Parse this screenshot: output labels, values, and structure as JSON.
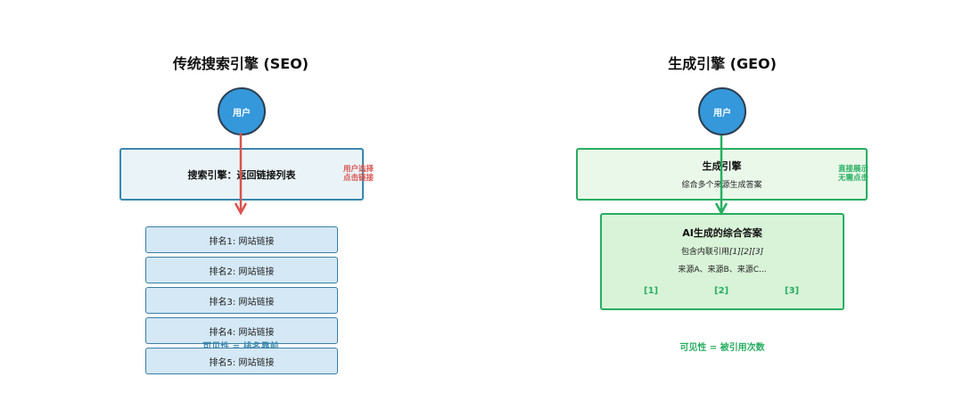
{
  "seo": {
    "title": "传统搜索引擎 (SEO)",
    "user": "用户",
    "engine": "搜索引擎：返回链接列表",
    "note_line1": "用户选择",
    "note_line2": "点击链接",
    "ranks": [
      "排名1: 网站链接",
      "排名2: 网站链接",
      "排名3: 网站链接",
      "排名4: 网站链接",
      "排名5: 网站链接"
    ],
    "visibility": "可见性 = 排名靠前"
  },
  "geo": {
    "title": "生成引擎 (GEO)",
    "user": "用户",
    "engine_title": "生成引擎",
    "engine_sub": "综合多个来源生成答案",
    "note_line1": "直接展示",
    "note_line2": "无需点击",
    "answer_title": "AI生成的综合答案",
    "answer_line1_prefix": "包含内联引用",
    "answer_line1_cites": "[1][2][3]",
    "answer_line2": "来源A、来源B、来源C...",
    "citations": [
      "[1]",
      "[2]",
      "[3]"
    ],
    "visibility": "可见性 = 被引用次数"
  },
  "colors": {
    "seo_arrow": "#d9534f",
    "geo_arrow": "#27ae60",
    "seo_visibility": "#3a87ad",
    "geo_visibility": "#27ae60"
  }
}
